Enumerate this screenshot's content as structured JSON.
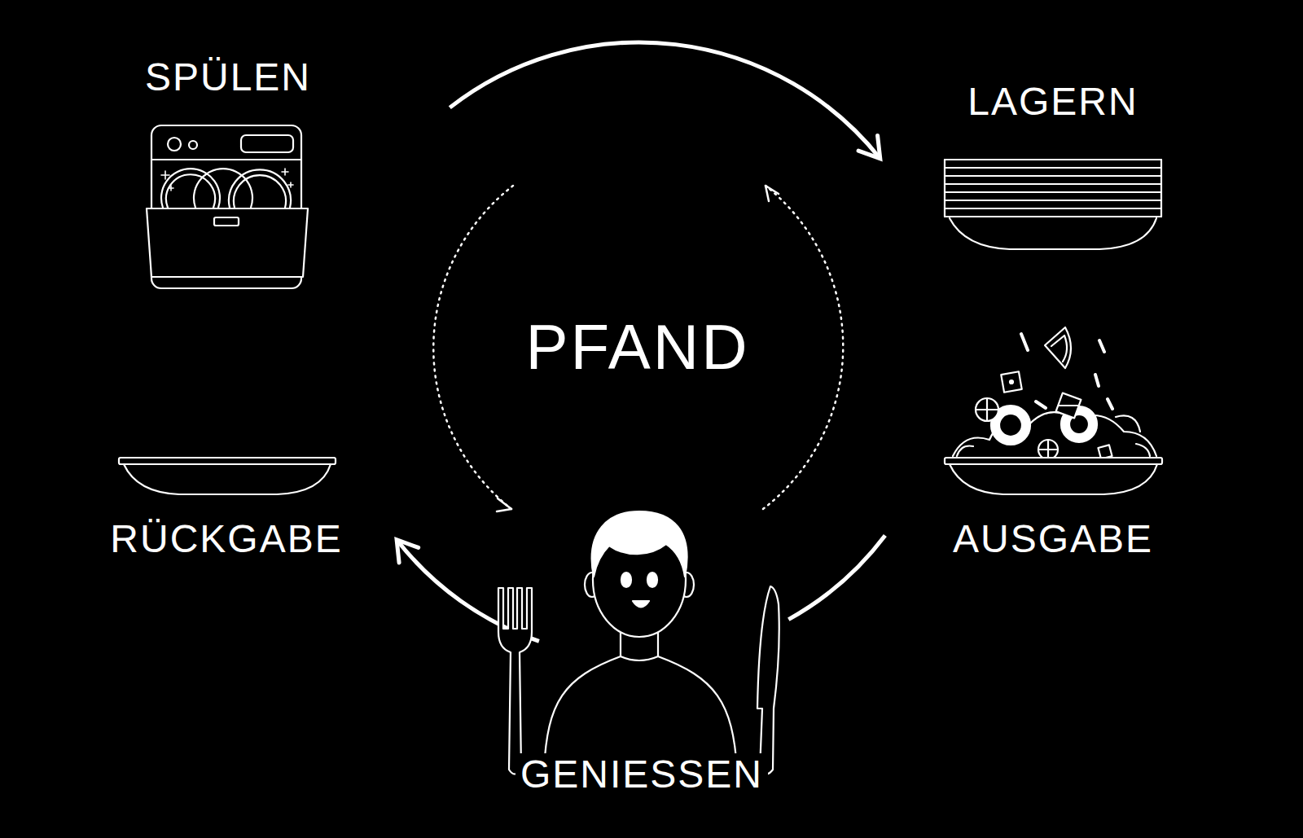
{
  "diagram": {
    "nodes": [
      {
        "text": [
          "SPÜLEN"
        ]
      },
      {
        "text": [
          "LAGERN"
        ]
      },
      {
        "text": [
          "AUSGABE"
        ]
      },
      {
        "text": [
          "GENIESSEN"
        ]
      },
      {
        "text": [
          "RÜCKGABE"
        ]
      }
    ],
    "edges": [
      {
        "from": 0,
        "to": 1,
        "arrow": "to"
      },
      {
        "from": 2,
        "to": 3,
        "arrow": "none"
      },
      {
        "from": 3,
        "to": 4,
        "arrow": "to"
      }
    ],
    "labels": [
      "PFAND"
    ]
  }
}
